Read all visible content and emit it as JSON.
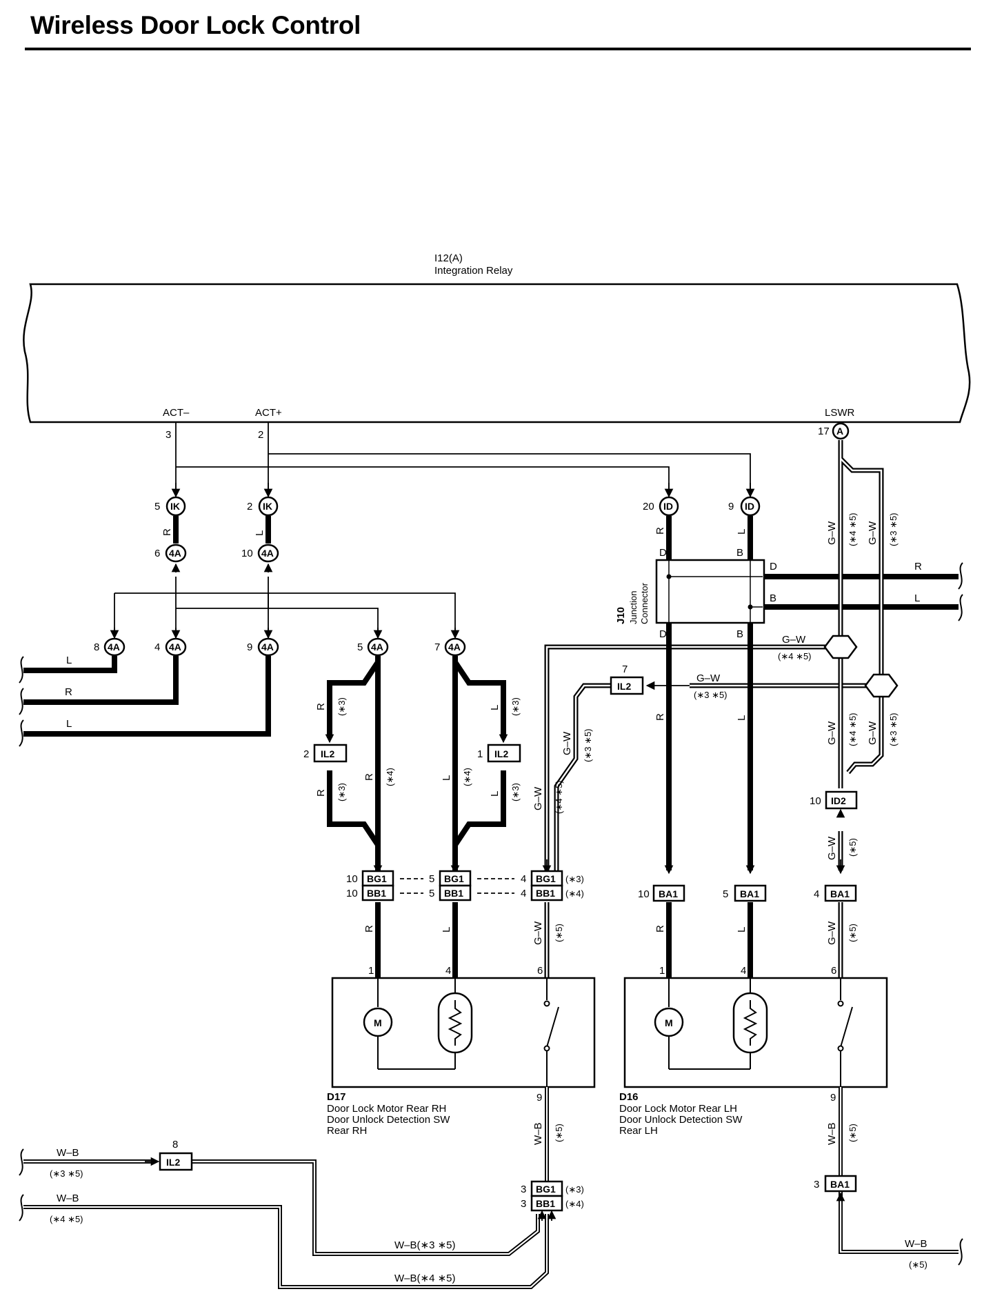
{
  "title": "Wireless Door Lock Control",
  "relay": {
    "code": "I12(A)",
    "name": "Integration Relay",
    "pins": [
      {
        "name": "ACT–",
        "num": "3"
      },
      {
        "name": "ACT+",
        "num": "2"
      },
      {
        "name": "LSWR",
        "num": "17",
        "conn": "A"
      }
    ]
  },
  "connectors": {
    "ik": "IK",
    "id": "ID",
    "fa": "4A",
    "il2": "IL2",
    "id2": "ID2",
    "bg1": "BG1",
    "bb1": "BB1",
    "ba1": "BA1"
  },
  "pin_numbers": {
    "ik_r": "5",
    "ik_l": "2",
    "fa6": "6",
    "fa10": "10",
    "fa8": "8",
    "fa4": "4",
    "fa9": "9",
    "fa5": "5",
    "fa7": "7",
    "id20": "20",
    "id9": "9",
    "il2_2": "2",
    "il2_1": "1",
    "il2_7": "7",
    "il2_8": "8",
    "id2_10": "10",
    "bg_10": "10",
    "bb_10": "10",
    "bg_5": "5",
    "bb_5": "5",
    "bg_4": "4",
    "bb_4": "4",
    "ba_10": "10",
    "ba_5": "5",
    "ba_4": "4",
    "d17_1": "1",
    "d17_4": "4",
    "d17_6": "6",
    "d17_9": "9",
    "d16_1": "1",
    "d16_4": "4",
    "d16_6": "6",
    "d16_9": "9",
    "bg_3": "3",
    "bb_3": "3",
    "ba_3": "3"
  },
  "wire_colors": {
    "r": "R",
    "l": "L",
    "gw": "G–W",
    "wb": "W–B",
    "d": "D",
    "b": "B"
  },
  "notes": {
    "n3": "(∗3)",
    "n4": "(∗4)",
    "n5": "(∗5)",
    "n45": "(∗4 ∗5)",
    "n35": "(∗3 ∗5)",
    "wb35": "W–B(∗3 ∗5)",
    "wb45": "W–B(∗4 ∗5)"
  },
  "junction": {
    "code": "J10",
    "name1": "Junction",
    "name2": "Connector"
  },
  "component_labels": {
    "motor": "M"
  },
  "components": {
    "d17": {
      "code": "D17",
      "line1": "Door Lock Motor Rear RH",
      "line2": "Door Unlock Detection SW",
      "line3": "Rear RH"
    },
    "d16": {
      "code": "D16",
      "line1": "Door Lock Motor Rear LH",
      "line2": "Door Unlock Detection SW",
      "line3": "Rear LH"
    }
  },
  "colors": {
    "wire": "#000000",
    "background": "#ffffff"
  }
}
